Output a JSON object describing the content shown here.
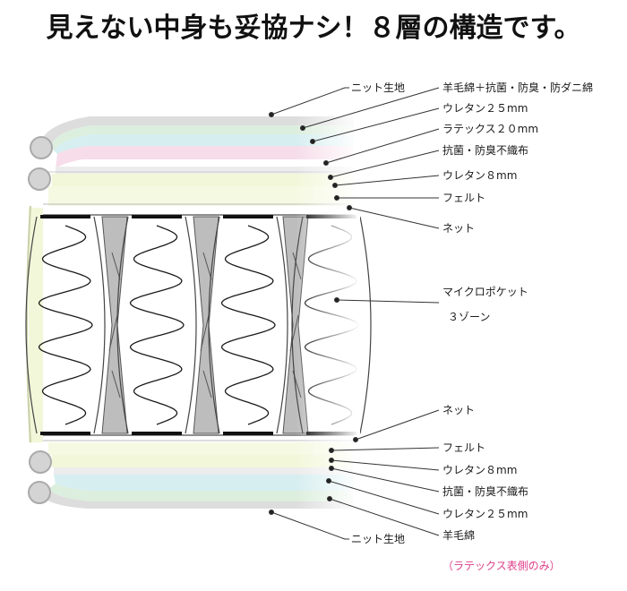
{
  "title": "見えない中身も妥協ナシ！８層の構造です。",
  "colors": {
    "note": "#e0408a",
    "wool_layer": "#dceedd",
    "urethane_layer": "#d6eef0",
    "latex_layer": "#f6dde9",
    "felt_layer": "#f3f7d9",
    "cover": "#e4e4e4"
  },
  "labels": {
    "top_knit": "ニット生地",
    "top_wool": "羊毛綿＋抗菌・防臭・防ダニ綿",
    "top_urethane25": "ウレタン２５mm",
    "top_latex20": "ラテックス２０mm",
    "top_nonwoven": "抗菌・防臭不織布",
    "top_urethane8": "ウレタン８mm",
    "top_felt": "フェルト",
    "top_net": "ネット",
    "pocket_line1": "マイクロポケット",
    "pocket_line2": "３ゾーン",
    "bottom_net": "ネット",
    "bottom_felt": "フェルト",
    "bottom_urethane8": "ウレタン８mm",
    "bottom_nonwoven": "抗菌・防臭不織布",
    "bottom_urethane25": "ウレタン２５mm",
    "bottom_wool": "羊毛綿",
    "bottom_knit": "ニット生地"
  },
  "note": "（ラテックス表側のみ）"
}
